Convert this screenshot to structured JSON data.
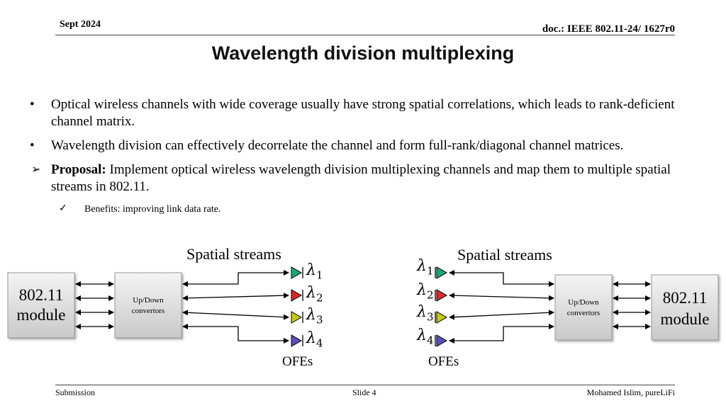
{
  "header": {
    "date": "Sept 2024",
    "doc": "doc.: IEEE 802.11-24/ 1627r0"
  },
  "title": "Wavelength division multiplexing",
  "bullets": [
    "Optical wireless channels with wide coverage usually have strong spatial correlations, which leads to rank-deficient channel matrix.",
    "Wavelength division can effectively decorrelate the channel and form full-rank/diagonal channel matrices."
  ],
  "proposal": {
    "label": "Proposal:",
    "text": " Implement optical wireless wavelength division multiplexing channels and map them to multiple spatial streams in 802.11."
  },
  "benefit": "Benefits: improving link data rate.",
  "diagram": {
    "spatial_streams_label": "Spatial streams",
    "module_line1": "802.11",
    "module_line2": "module",
    "convertor_line1": "Up/Down",
    "convertor_line2": "convertors",
    "ofes_label": "OFEs",
    "lambda_symbol": "λ",
    "lambda_indices": [
      "1",
      "2",
      "3",
      "4"
    ],
    "ofe_colors": [
      "#1aa873",
      "#d42a2a",
      "#c8c81a",
      "#5a4fb8"
    ]
  },
  "footer": {
    "left": "Submission",
    "center": "Slide 4",
    "right": "Mohamed Islim, pureLiFi"
  }
}
